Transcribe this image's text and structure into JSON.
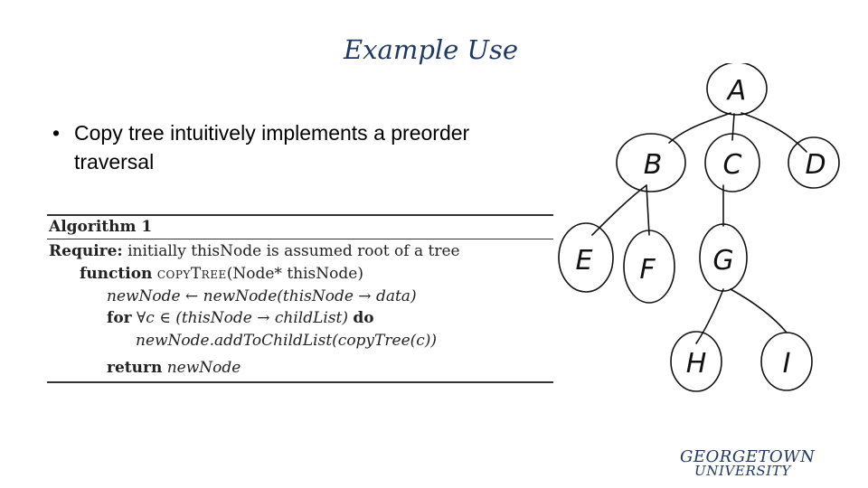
{
  "slide": {
    "title": "Example Use",
    "bullet": {
      "marker": "•",
      "text": "Copy tree intuitively implements a preorder traversal"
    }
  },
  "algorithm": {
    "header": "Algorithm 1",
    "require_keyword": "Require:",
    "require_text": "initially thisNode is assumed root of a tree",
    "function_keyword": "function",
    "function_name": "copyTree",
    "function_params": "(Node* thisNode)",
    "assign_line": "newNode ← newNode(thisNode → data)",
    "for_keyword": "for",
    "for_condition": "∀c ∈ (thisNode → childList)",
    "do_keyword": "do",
    "body_line": "newNode.addToChildList(copyTree(c))",
    "return_keyword": "return",
    "return_value": "newNode"
  },
  "tree_nodes": {
    "A": "A",
    "B": "B",
    "C": "C",
    "D": "D",
    "E": "E",
    "F": "F",
    "G": "G",
    "H": "H",
    "I": "I"
  },
  "logo": {
    "line1": "GEORGETOWN",
    "line2": "UNIVERSITY"
  },
  "colors": {
    "title": "#1f3864",
    "logo": "#1f3864",
    "text": "#000000"
  }
}
